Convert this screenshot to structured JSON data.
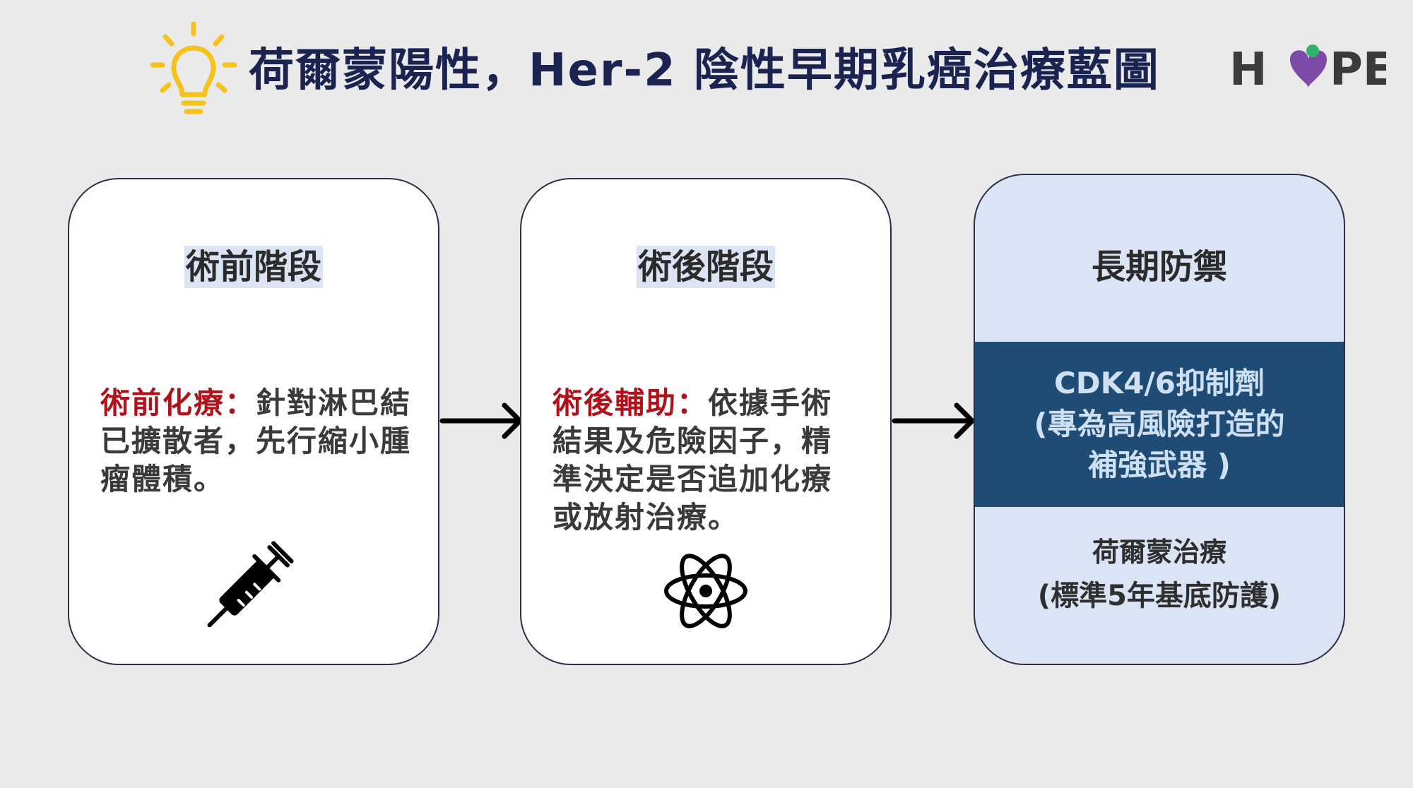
{
  "header": {
    "title": "荷爾蒙陽性，Her-2 陰性早期乳癌治療藍圖",
    "bulb_icon": "lightbulb-icon",
    "logo": {
      "text_left": "H",
      "text_right": "PE",
      "heart_color": "#7e4aa8"
    }
  },
  "stages": [
    {
      "title": "術前階段",
      "highlight": "術前化療：",
      "lines": [
        "針對淋巴結",
        "已擴散者，先行縮小腫",
        "瘤體積。"
      ],
      "icon": "syringe-icon"
    },
    {
      "title": "術後階段",
      "highlight": "術後輔助：",
      "lines": [
        "依據手術",
        "結果及危險因子，精",
        "準決定是否追加化療",
        "或放射治療。"
      ],
      "icon": "atom-icon"
    },
    {
      "title": "長期防禦",
      "band_lines": [
        "CDK4/6抑制劑",
        "(專為高風險打造的",
        "補強武器 )"
      ],
      "hormone_lines": [
        "荷爾蒙治療",
        "(標準5年基底防護)"
      ]
    }
  ],
  "colors": {
    "background": "#eaeaea",
    "title": "#1b2350",
    "highlight_red": "#b0121b",
    "band_navy": "#1f4c74",
    "band_text": "#cfe0f2",
    "card_blue": "#dbe4f4",
    "bulb_yellow": "#f7c21a"
  }
}
